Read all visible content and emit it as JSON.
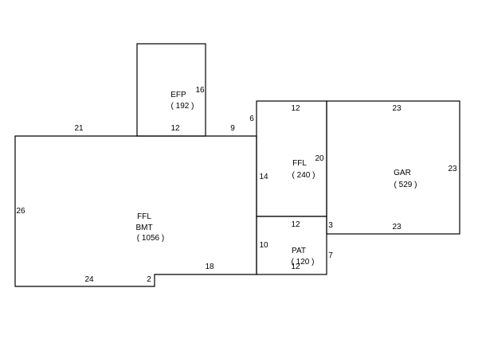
{
  "areas": {
    "efp": {
      "name": "EFP",
      "area": "( 192 )"
    },
    "ffl_upper": {
      "name": "FFL",
      "area": "( 240 )"
    },
    "gar": {
      "name": "GAR",
      "area": "( 529 )"
    },
    "ffl_main": {
      "name": "FFL",
      "sub": "BMT",
      "area": "( 1056 )"
    },
    "pat": {
      "name": "PAT",
      "area": "( 120 )"
    }
  },
  "dimensions": {
    "efp_side": "16",
    "efp_bottom": "12",
    "main_top_left": "21",
    "main_top_right": "9",
    "main_left": "26",
    "main_bottom_left": "24",
    "main_step": "2",
    "main_bottom_right": "18",
    "step_up": "6",
    "ffl_top": "12",
    "ffl_left": "14",
    "ffl_right": "20",
    "ffl_bottom": "12",
    "gar_top": "23",
    "gar_right": "23",
    "gar_bottom": "23",
    "gar_offset": "3",
    "pat_left": "10",
    "pat_right": "7",
    "pat_bottom": "12"
  },
  "colors": {
    "line": "#000000",
    "background": "#ffffff"
  }
}
